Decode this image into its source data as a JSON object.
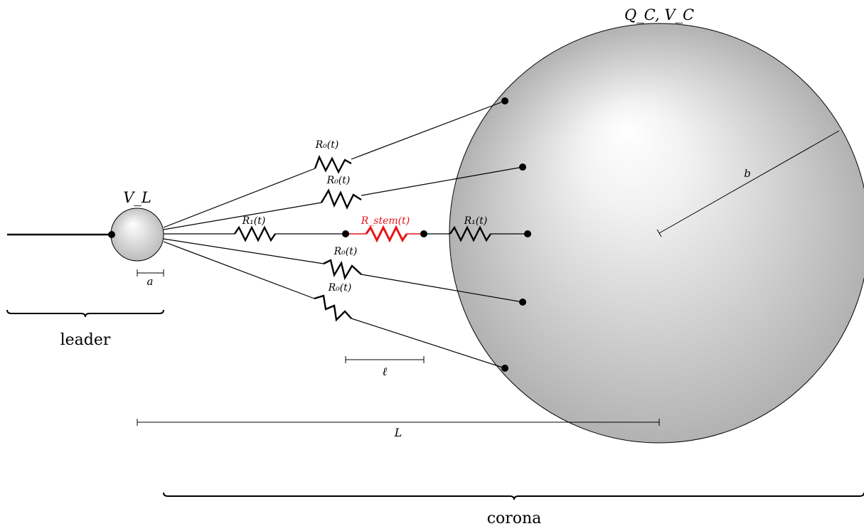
{
  "labels": {
    "corona_charge_voltage": "Q_C, V_C",
    "leader_voltage": "V_L",
    "radius_a": "a",
    "radius_b": "b",
    "stem_length": "ℓ",
    "distance_L": "L",
    "leader": "leader",
    "corona": "corona"
  },
  "resistors": {
    "r0_upper_outer": "R₀(t)",
    "r0_upper_inner": "R₀(t)",
    "r1_left": "R₁(t)",
    "r_stem": "R_stem(t)",
    "r1_right": "R₁(t)",
    "r0_lower_inner": "R₀(t)",
    "r0_lower_outer": "R₀(t)"
  },
  "colors": {
    "stem": "#e8141a",
    "wire": "#000000",
    "sphere_light": "#ffffff",
    "sphere_dark": "#b2b2b2"
  }
}
